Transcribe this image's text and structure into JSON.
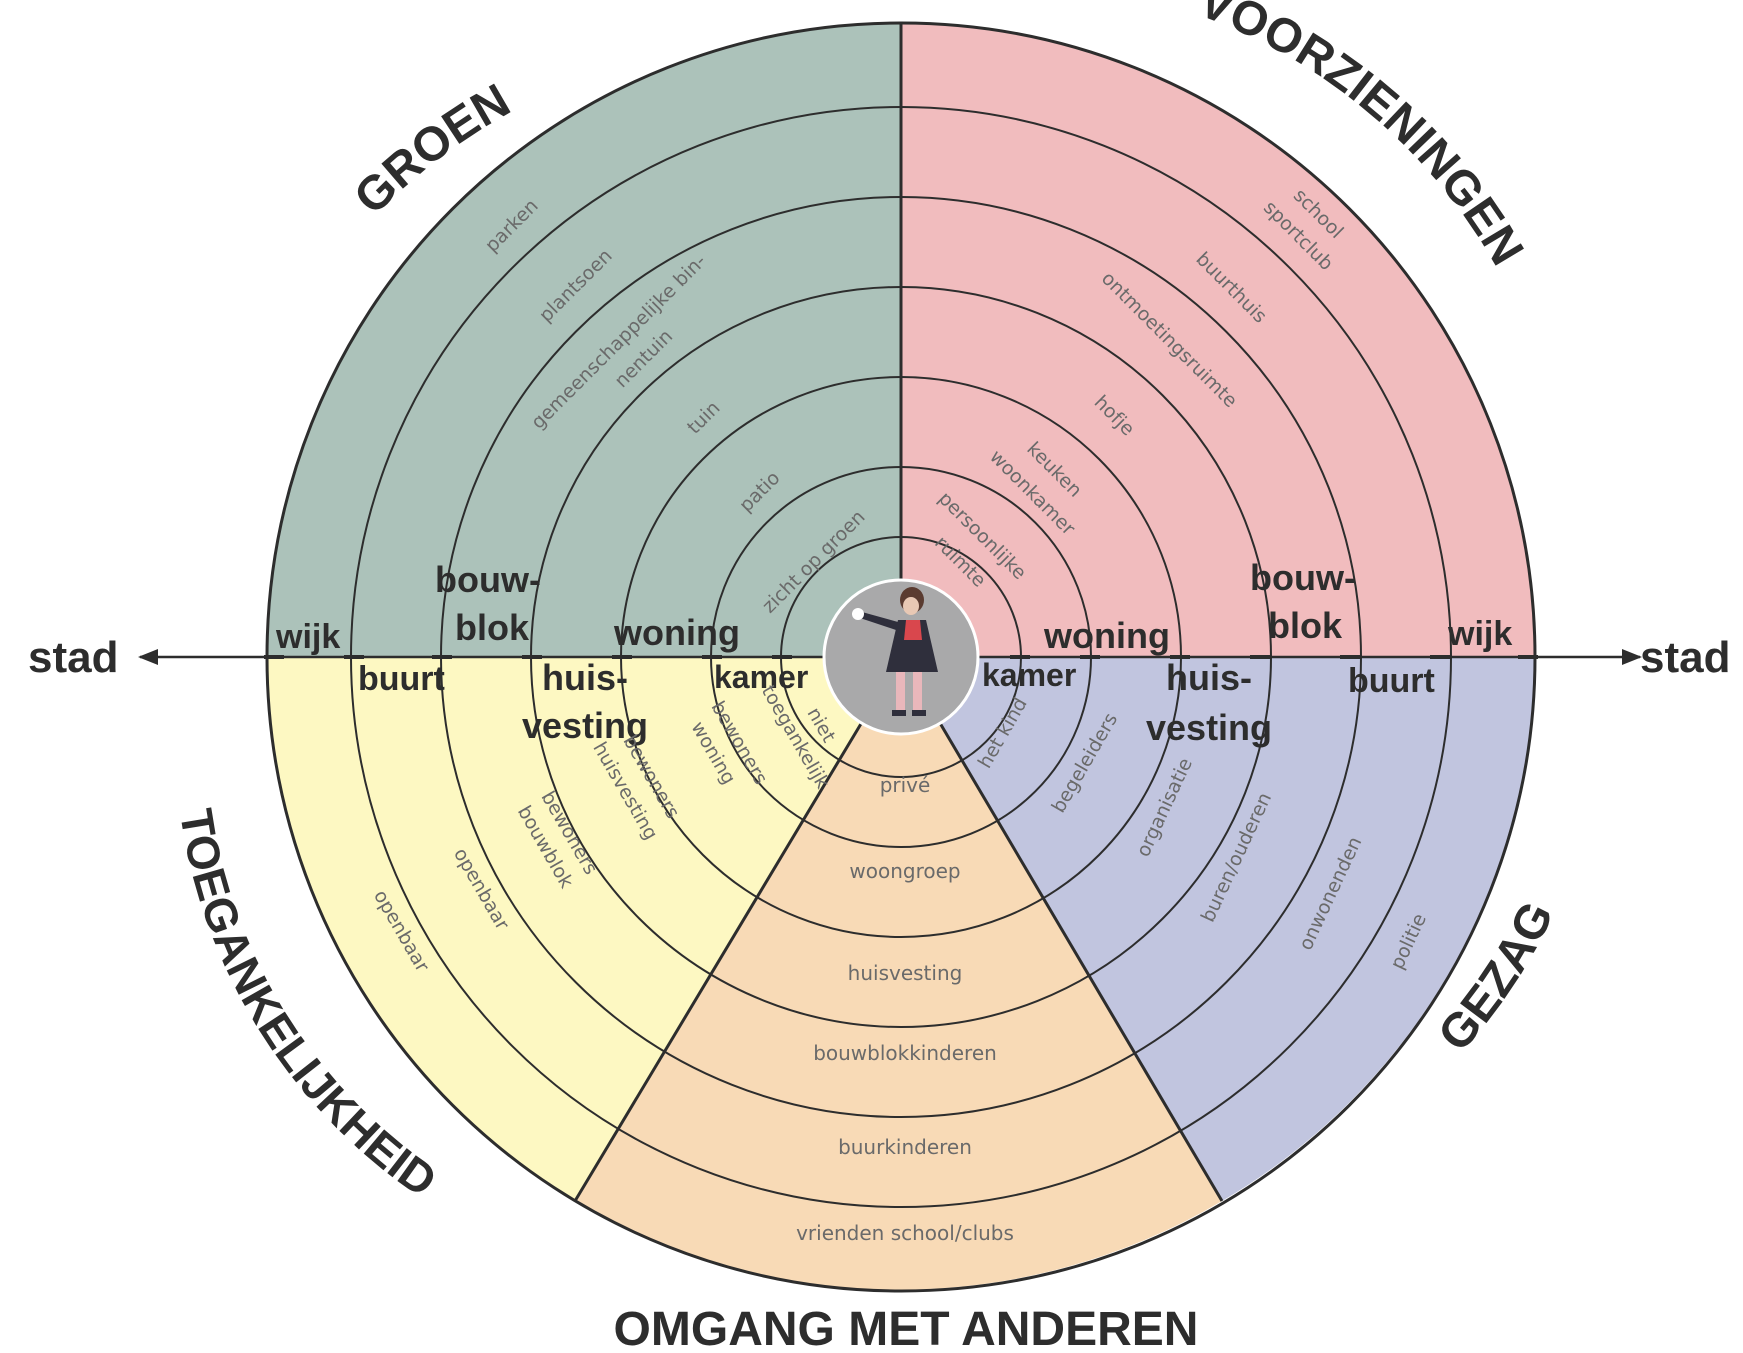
{
  "sectors": {
    "groen": {
      "title": "GROEN",
      "color": "#acc2ba",
      "items": [
        "zicht op groen",
        "patio",
        "tuin",
        "gemeenschappelijke bin-",
        "nentuin",
        "plantsoen",
        "parken"
      ]
    },
    "voorzieningen": {
      "title": "VOORZIENINGEN",
      "color": "#f1bcbe",
      "items": [
        "persoonlijke",
        "ruimte",
        "keuken",
        "woonkamer",
        "hofje",
        "ontmoetingsruimte",
        "buurthuis",
        "school",
        "sportclub"
      ]
    },
    "toegankelijkheid": {
      "title": "TOEGANKELIJKHEID",
      "color": "#fdf8c2",
      "items": [
        "niet",
        "toegankelijk",
        "bewoners",
        "woning",
        "bewoners",
        "huisvesting",
        "bewoners",
        "bouwblok",
        "openbaar",
        "openbaar"
      ]
    },
    "omgang": {
      "title": "OMGANG MET ANDEREN",
      "color": "#f8dab6",
      "items": [
        "privé",
        "woongroep",
        "huisvesting",
        "bouwblokkinderen",
        "buurkinderen",
        "vrienden school/clubs"
      ]
    },
    "gezag": {
      "title": "GEZAG",
      "color": "#c1c5df",
      "items": [
        "het kind",
        "begeleiders",
        "organisatie",
        "buren/ouderen",
        "onwonenden",
        "politie"
      ]
    }
  },
  "scale_left": {
    "kamer": "kamer",
    "woning": "woning",
    "huis": "huis-",
    "vesting": "vesting",
    "bouw": "bouw-",
    "blok": "blok",
    "buurt": "buurt",
    "wijk": "wijk",
    "stad": "stad"
  },
  "scale_right": {
    "kamer": "kamer",
    "woning": "woning",
    "huis": "huis-",
    "vesting": "vesting",
    "bouw": "bouw-",
    "blok": "blok",
    "buurt": "buurt",
    "wijk": "wijk",
    "stad": "stad"
  },
  "center": {
    "icon": "child-photo"
  }
}
